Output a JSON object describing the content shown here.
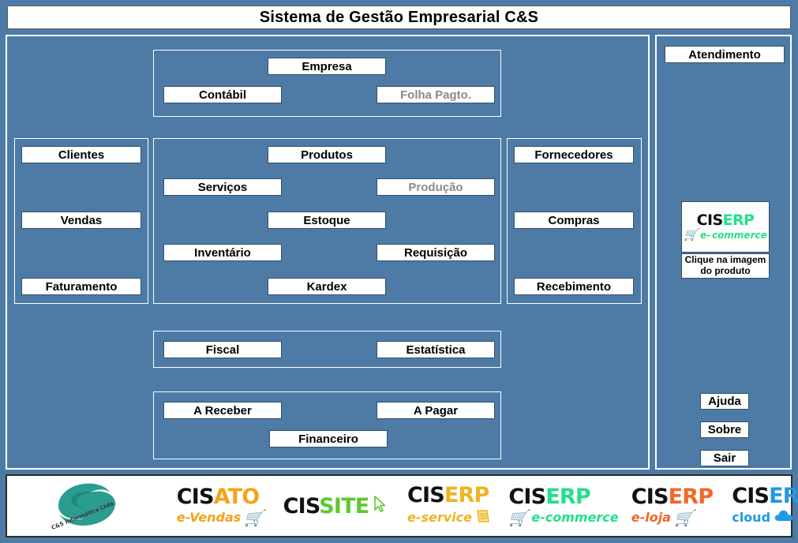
{
  "app": {
    "title": "Sistema de Gestão Empresarial C&S",
    "background_color": "#4d7ba5",
    "panel_border_color": "#ffffff",
    "button_bg_color": "#ffffff",
    "disabled_text_color": "#8a8a8a"
  },
  "groups": {
    "empresa": {
      "name": "empresa-group",
      "buttons": [
        {
          "label": "Empresa",
          "enabled": true
        },
        {
          "label": "Contábil",
          "enabled": true
        },
        {
          "label": "Folha Pagto.",
          "enabled": false
        }
      ]
    },
    "clientes": {
      "name": "clientes-group",
      "buttons": [
        {
          "label": "Clientes",
          "enabled": true
        },
        {
          "label": "Vendas",
          "enabled": true
        },
        {
          "label": "Faturamento",
          "enabled": true
        }
      ]
    },
    "produtos": {
      "name": "produtos-group",
      "buttons": [
        {
          "label": "Produtos",
          "enabled": true
        },
        {
          "label": "Serviços",
          "enabled": true
        },
        {
          "label": "Produção",
          "enabled": false
        },
        {
          "label": "Estoque",
          "enabled": true
        },
        {
          "label": "Inventário",
          "enabled": true
        },
        {
          "label": "Requisição",
          "enabled": true
        },
        {
          "label": "Kardex",
          "enabled": true
        }
      ]
    },
    "fornecedores": {
      "name": "fornecedores-group",
      "buttons": [
        {
          "label": "Fornecedores",
          "enabled": true
        },
        {
          "label": "Compras",
          "enabled": true
        },
        {
          "label": "Recebimento",
          "enabled": true
        }
      ]
    },
    "fiscal": {
      "name": "fiscal-group",
      "buttons": [
        {
          "label": "Fiscal",
          "enabled": true
        },
        {
          "label": "Estatística",
          "enabled": true
        }
      ]
    },
    "financeiro": {
      "name": "financeiro-group",
      "buttons": [
        {
          "label": "A Receber",
          "enabled": true
        },
        {
          "label": "A Pagar",
          "enabled": true
        },
        {
          "label": "Financeiro",
          "enabled": true
        }
      ]
    }
  },
  "sidebar": {
    "atendimento_label": "Atendimento",
    "product_thumb": {
      "brand_prefix": "CIS",
      "brand_suffix": "ERP",
      "tagline_prefix": "e-",
      "tagline_suffix": "commerce",
      "cart_icon": "shopping-cart-icon"
    },
    "product_caption_line1": "Clique na imagem",
    "product_caption_line2": "do produto",
    "buttons": [
      {
        "label": "Ajuda"
      },
      {
        "label": "Sobre"
      },
      {
        "label": "Sair"
      }
    ]
  },
  "footer": {
    "logos": [
      {
        "id": "cs-informatica",
        "kind": "swirl",
        "caption": "C&S Informática Ltda.",
        "color": "#2a9d8f"
      },
      {
        "id": "cisato-evendas",
        "kind": "wordmark",
        "top_black": "CIS",
        "top_accent": "ATO",
        "top_accent_color": "#f5a31a",
        "sub_text": "e-Vendas",
        "sub_color": "#f5a31a",
        "icon": "shopping-cart-icon",
        "icon_color": "#e02020"
      },
      {
        "id": "cissite",
        "kind": "wordmark",
        "top_black": "CIS",
        "top_accent": "SITE",
        "top_accent_color": "#5cc92e",
        "sub_text": "",
        "sub_color": "#5cc92e",
        "icon": "mouse-cursor-icon",
        "icon_color": "#5cc92e"
      },
      {
        "id": "ciserp-eservice",
        "kind": "wordmark",
        "top_black": "CIS",
        "top_accent": "ERP",
        "top_accent_color": "#f0b323",
        "sub_text": "e-service",
        "sub_color": "#f0b323",
        "icon": "document-icon",
        "icon_color": "#f0b323"
      },
      {
        "id": "ciserp-ecommerce",
        "kind": "wordmark",
        "top_black": "CIS",
        "top_accent": "ERP",
        "top_accent_color": "#23e08a",
        "sub_text": "e-commerce",
        "sub_color": "#23e08a",
        "icon": "shopping-cart-icon",
        "icon_color": "#23e08a"
      },
      {
        "id": "ciserp-eloja",
        "kind": "wordmark",
        "top_black": "CIS",
        "top_accent": "ERP",
        "top_accent_color": "#f2682a",
        "sub_text": "e-loja",
        "sub_color": "#f2682a",
        "icon": "shopping-cart-icon",
        "icon_color": "#f2682a"
      },
      {
        "id": "ciserp-cloud",
        "kind": "wordmark",
        "top_black": "CIS",
        "top_accent": "ERP",
        "top_accent_color": "#1e9ae8",
        "sub_text": "cloud",
        "sub_color": "#1e9ae8",
        "icon": "cloud-icon",
        "icon_color": "#1e9ae8"
      }
    ]
  }
}
